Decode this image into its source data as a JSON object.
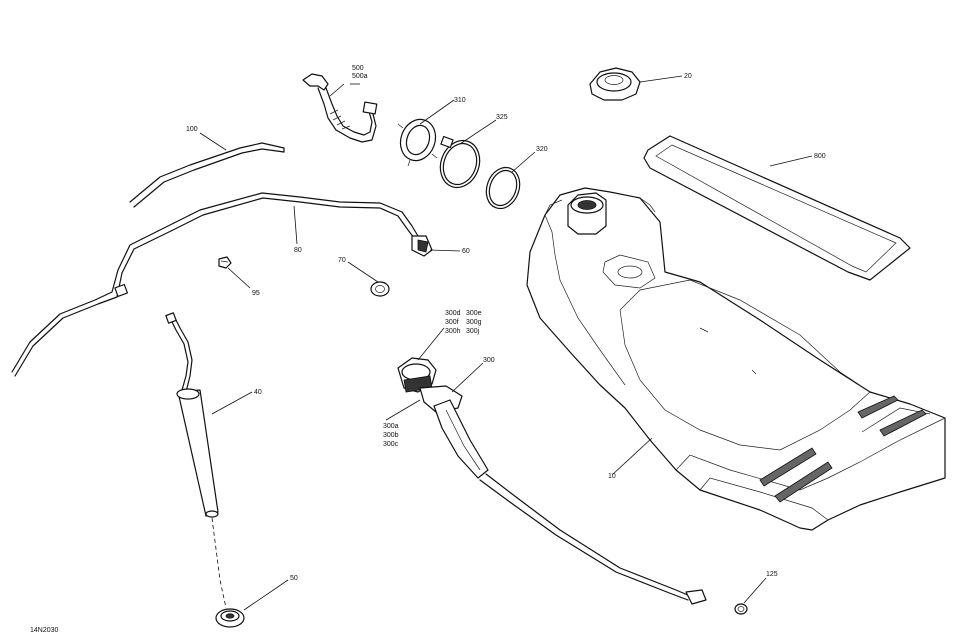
{
  "diagram_code": "14N2030",
  "callouts": {
    "c10": "10",
    "c20": "20",
    "c40": "40",
    "c50": "50",
    "c60": "60",
    "c70": "70",
    "c80": "80",
    "c95": "95",
    "c100": "100",
    "c125": "125",
    "c300": "300",
    "c300a": "300a",
    "c300b": "300b",
    "c300c": "300c",
    "c300d": "300d",
    "c300e": "300e",
    "c300f": "300f",
    "c300g": "300g",
    "c300h": "300h",
    "c300j": "300j",
    "c310": "310",
    "c320": "320",
    "c325": "325",
    "c500": "500",
    "c500a": "500a",
    "c800": "800"
  }
}
